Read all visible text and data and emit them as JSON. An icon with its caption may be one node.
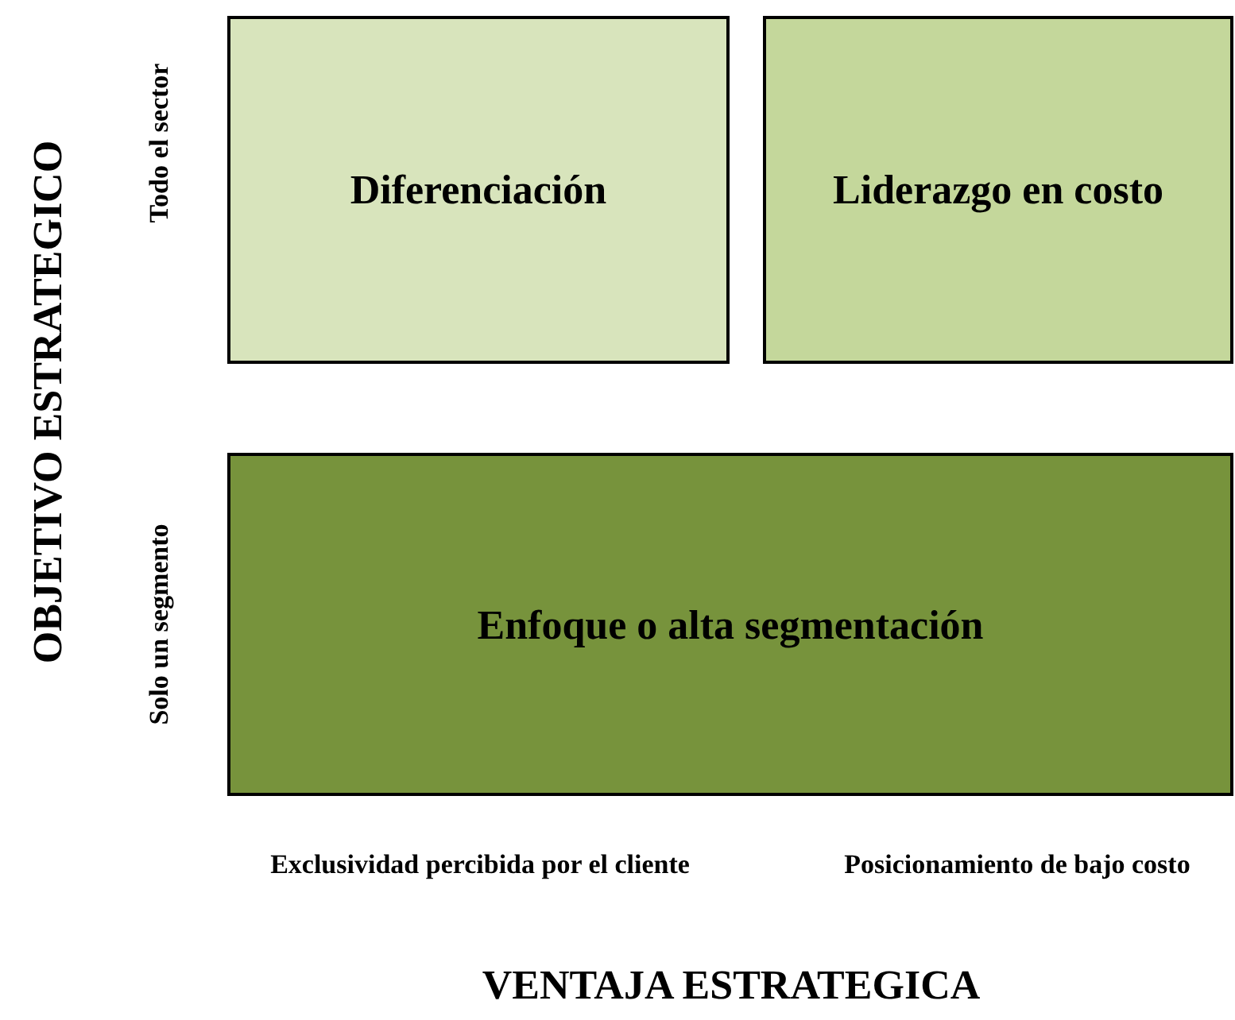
{
  "diagram": {
    "nodes": [
      {
        "text": [
          "Diferenciación"
        ]
      },
      {
        "text": [
          "Liderazgo en costo"
        ]
      },
      {
        "text": [
          "Enfoque o alta segmentación"
        ]
      }
    ],
    "labels": [
      "OBJETIVO ESTRATEGICO",
      "Todo el sector",
      "Solo un segmento",
      "Exclusividad percibida por el cliente",
      "Posicionamiento de bajo costo",
      "VENTAJA ESTRATEGICA"
    ]
  }
}
